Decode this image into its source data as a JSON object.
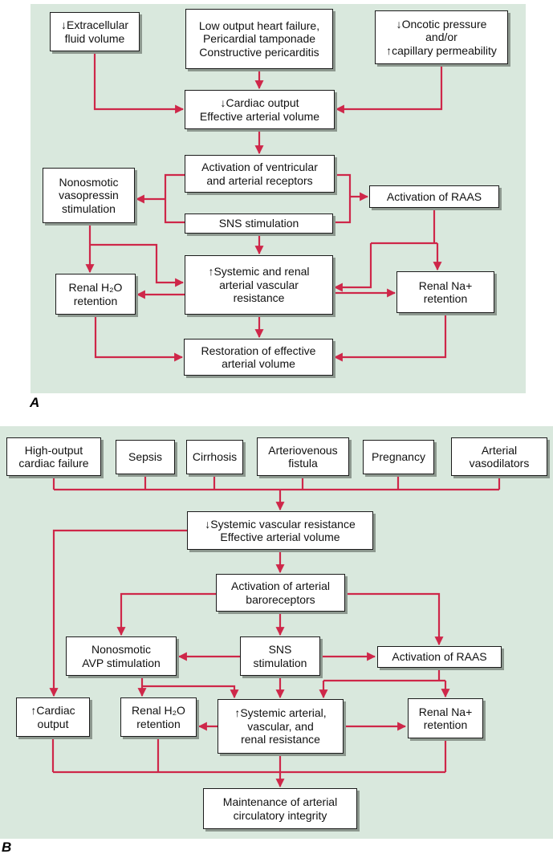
{
  "colors": {
    "panel-bg": "#d9e8dd",
    "arrow": "#ce2749",
    "box-border": "#1b1b1b",
    "box-shadow": "#8d988f",
    "text": "#111111"
  },
  "panelA": {
    "label": "A",
    "nodes": {
      "efv": "↓Extracellular\nfluid volume",
      "low": "Low output heart failure,\nPericardial tamponade\nConstructive pericarditis",
      "onc": "↓Oncotic pressure\nand/or\n↑capillary permeability",
      "co": "↓Cardiac output\nEffective arterial volume",
      "avr": "Activation of ventricular\nand arterial receptors",
      "nvs": "Nonosmotic\nvasopressin\nstimulation",
      "raas": "Activation of RAAS",
      "sns": "SNS stimulation",
      "rh2o": "Renal H₂O\nretention",
      "sys": "↑Systemic and renal\narterial vascular\nresistance",
      "rna": "Renal Na+\nretention",
      "rest": "Restoration of effective\narterial volume"
    }
  },
  "panelB": {
    "label": "B",
    "nodes": {
      "high": "High-output\ncardiac failure",
      "sepsis": "Sepsis",
      "cirrhosis": "Cirrhosis",
      "fistula": "Arteriovenous\nfistula",
      "pregnancy": "Pregnancy",
      "vasodilators": "Arterial\nvasodilators",
      "svr": "↓Systemic vascular resistance\nEffective arterial volume",
      "baro": "Activation of arterial\nbaroreceptors",
      "avp": "Nonosmotic\nAVP stimulation",
      "sns": "SNS\nstimulation",
      "raas": "Activation of RAAS",
      "co": "↑Cardiac\noutput",
      "rh2o": "Renal H₂O\nretention",
      "sys": "↑Systemic arterial,\nvascular, and\nrenal resistance",
      "rna": "Renal Na+\nretention",
      "maint": "Maintenance of arterial\ncirculatory integrity"
    }
  }
}
